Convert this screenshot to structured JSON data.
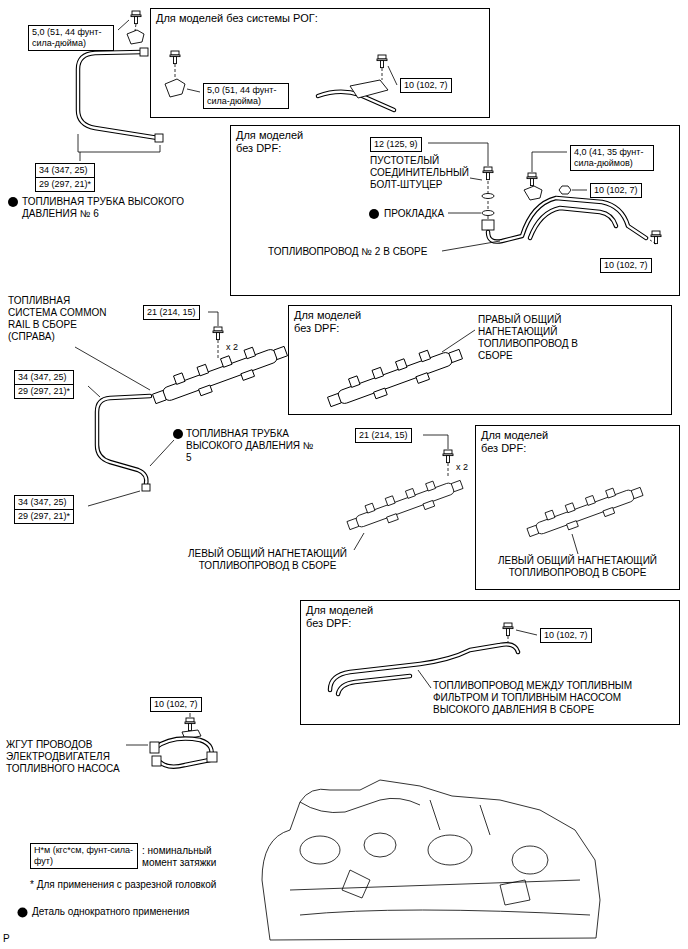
{
  "diagram": {
    "nodes": [
      {
        "text": [
          "5,0 (51, 44 фунт-сила-дюйма)"
        ]
      },
      {
        "text": [
          "Для моделей без системы РОГ:"
        ]
      },
      {
        "text": [
          "5,0 (51, 44 фунт-сила-дюйма)"
        ],
        "in": 1
      },
      {
        "text": [
          "10 (102, 7)"
        ],
        "in": 1
      },
      {
        "text": [
          "34 (347, 25)",
          "29 (297, 21)*"
        ]
      },
      {
        "text": [
          "Для моделей без DPF:"
        ]
      },
      {
        "text": [
          "12 (125, 9)"
        ],
        "in": 5
      },
      {
        "text": [
          "4,0 (41, 35 фунт-сила-дюймов)"
        ],
        "in": 5
      },
      {
        "text": [
          "10 (102, 7)"
        ],
        "in": 5
      },
      {
        "text": [
          "10 (102, 7)"
        ],
        "in": 5
      },
      {
        "text": [
          "21 (214, 15)"
        ]
      },
      {
        "text": [
          "Для моделей без DPF:"
        ]
      },
      {
        "text": [
          "34 (347, 25)",
          "29 (297, 21)*"
        ]
      },
      {
        "text": [
          "21 (214, 15)"
        ]
      },
      {
        "text": [
          "Для моделей без DPF:"
        ]
      },
      {
        "text": [
          "34 (347, 25)",
          "29 (297, 21)*"
        ]
      },
      {
        "text": [
          "Для моделей без DPF:"
        ]
      },
      {
        "text": [
          "10 (102, 7)"
        ],
        "in": 16
      },
      {
        "text": [
          "10 (102, 7)"
        ]
      },
      {
        "text": [
          "Н*м (кгс*см, фунт-сила-фут)"
        ]
      }
    ],
    "labels": [
      "ТОПЛИВНАЯ ТРУБКА ВЫСОКОГО ДАВЛЕНИЯ № 6",
      "ПУСТОТЕЛЫЙ СОЕДИНИТЕЛЬНЫЙ БОЛТ-ШТУЦЕР",
      "ПРОКЛАДКА",
      "ТОПЛИВОПРОВОД № 2 В СБОРЕ",
      "ТОПЛИВНАЯ СИСТЕМА COMMON RAIL В СБОРЕ (СПРАВА)",
      "x 2",
      "ПРАВЫЙ ОБЩИЙ НАГНЕТАЮЩИЙ ТОПЛИВОПРОВОД В СБОРЕ",
      "ТОПЛИВНАЯ ТРУБКА ВЫСОКОГО ДАВЛЕНИЯ № 5",
      "x 2",
      "ЛЕВЫЙ ОБЩИЙ НАГНЕТАЮЩИЙ ТОПЛИВОПРОВОД В СБОРЕ",
      "ЛЕВЫЙ ОБЩИЙ НАГНЕТАЮЩИЙ ТОПЛИВОПРОВОД В СБОРЕ",
      "ТОПЛИВОПРОВОД МЕЖДУ ТОПЛИВНЫМ ФИЛЬТРОМ И ТОПЛИВНЫМ НАСОСОМ ВЫСОКОГО ДАВЛЕНИЯ В СБОРЕ",
      "ЖГУТ ПРОВОДОВ ЭЛЕКТРОДВИГАТЕЛЯ ТОПЛИВНОГО НАСОСА",
      ": номинальный момент затяжки",
      "* Для применения с разрезной головкой",
      "P"
    ],
    "legend": [
      {
        "text": "Деталь однократного применения"
      }
    ]
  }
}
